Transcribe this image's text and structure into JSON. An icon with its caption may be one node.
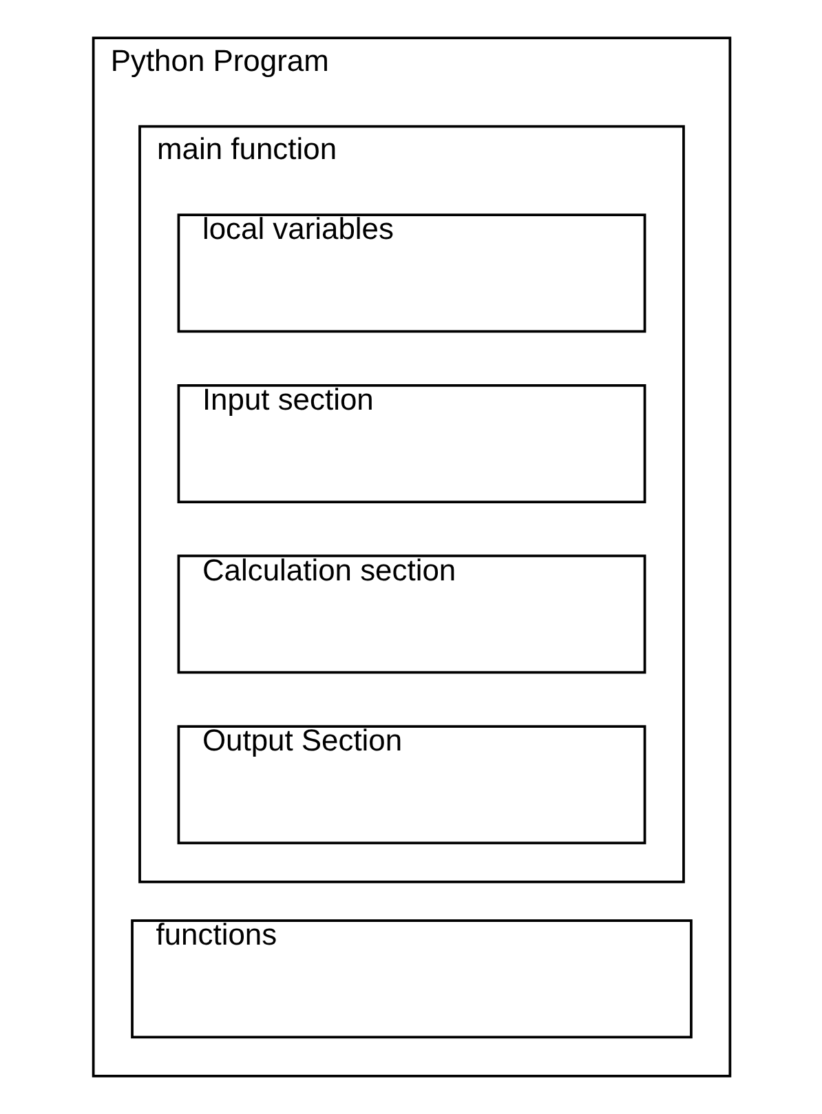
{
  "diagram": {
    "nodes": [
      {
        "text": [
          "Python Program"
        ]
      },
      {
        "text": [
          "functions"
        ],
        "in": 0
      },
      {
        "text": [
          "main function"
        ],
        "in": 0
      },
      {
        "text": [
          "local variables"
        ],
        "in": 2
      },
      {
        "text": [
          "Input section"
        ],
        "in": 2
      },
      {
        "text": [
          "Calculation section"
        ],
        "in": 2
      },
      {
        "text": [
          "Output Section"
        ],
        "in": 2
      }
    ]
  }
}
